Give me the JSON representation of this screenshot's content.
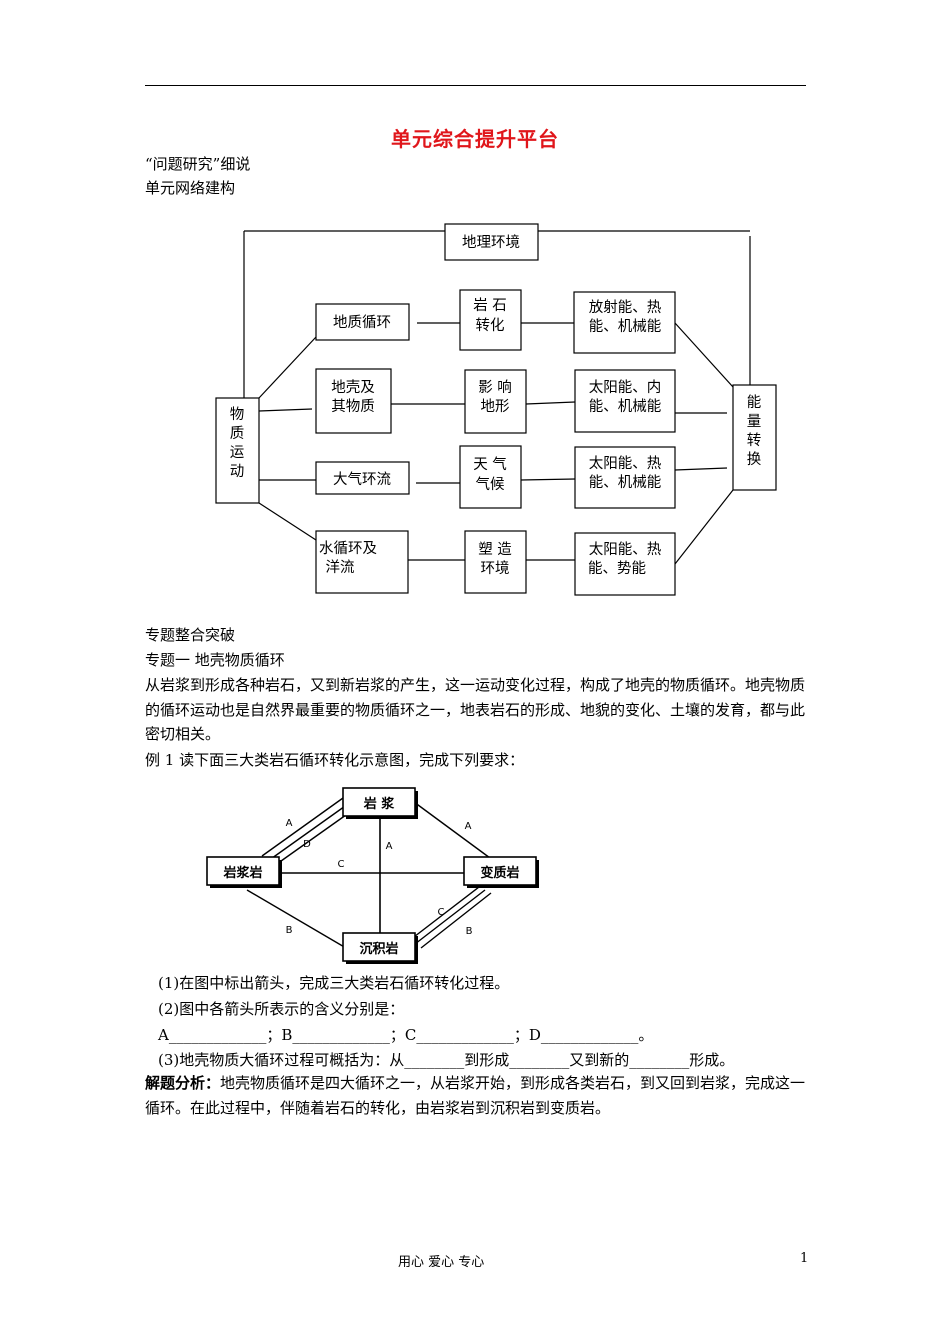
{
  "title": "单元综合提升平台",
  "subtitle1": "“问题研究”细说",
  "subtitle2": "单元网络建构",
  "diagram1": {
    "top": "地理环境",
    "left": [
      "物",
      "质",
      "运",
      "动"
    ],
    "right": [
      "能",
      "量",
      "转",
      "换"
    ],
    "rows": [
      {
        "a1": "地质循环",
        "a2": "",
        "b1": "岩 石",
        "b2": "转化",
        "c1": "放射能、热",
        "c2": "能、机械能"
      },
      {
        "a1": "地壳及",
        "a2": "其物质",
        "b1": "影 响",
        "b2": "地形",
        "c1": "太阳能、内",
        "c2": "能、机械能"
      },
      {
        "a1": "大气环流",
        "a2": "",
        "b1": "天 气",
        "b2": "气候",
        "c1": "太阳能、热",
        "c2": "能、机械能"
      },
      {
        "a1": "水循环及",
        "a2": "洋流",
        "b1": "塑 造",
        "b2": "环境",
        "c1": "太阳能、热",
        "c2": "能、势能"
      }
    ]
  },
  "section1": "专题整合突破",
  "section2": "专题一  地壳物质循环",
  "para1": "从岩浆到形成各种岩石，又到新岩浆的产生，这一运动变化过程，构成了地壳的物质循环。地壳物质的循环运动也是自然界最重要的物质循环之一，地表岩石的形成、地貌的变化、土壤的发育，都与此密切相关。",
  "example": " 例 1 读下面三大类岩石循环转化示意图，完成下列要求：",
  "diagram2": {
    "magma": "岩  浆",
    "igneous": "岩浆岩",
    "metamorphic": "变质岩",
    "sedimentary": "沉积岩",
    "labels": {
      "a1": "A",
      "d": "D",
      "a2": "A",
      "c1": "C",
      "a3": "A",
      "b1": "B",
      "c2": "C",
      "b2": "B"
    }
  },
  "q1": "(1)在图中标出箭头，完成三大类岩石循环转化过程。",
  "q2": "(2)图中各箭头所表示的含义分别是：",
  "q2_answers": "A_____________；B_____________；C_____________；D_____________。",
  "q3": "(3)地壳物质大循环过程可概括为：从________到形成________又到新的________形成。",
  "analysis_label": "解题分析：",
  "analysis_text": "地壳物质循环是四大循环之一，从岩浆开始，到形成各类岩石，到又回到岩浆，完成这一循环。在此过程中，伴随着岩石的转化，由岩浆岩到沉积岩到变质岩。",
  "footer_center": "用心    爱心    专心",
  "footer_page": "1"
}
